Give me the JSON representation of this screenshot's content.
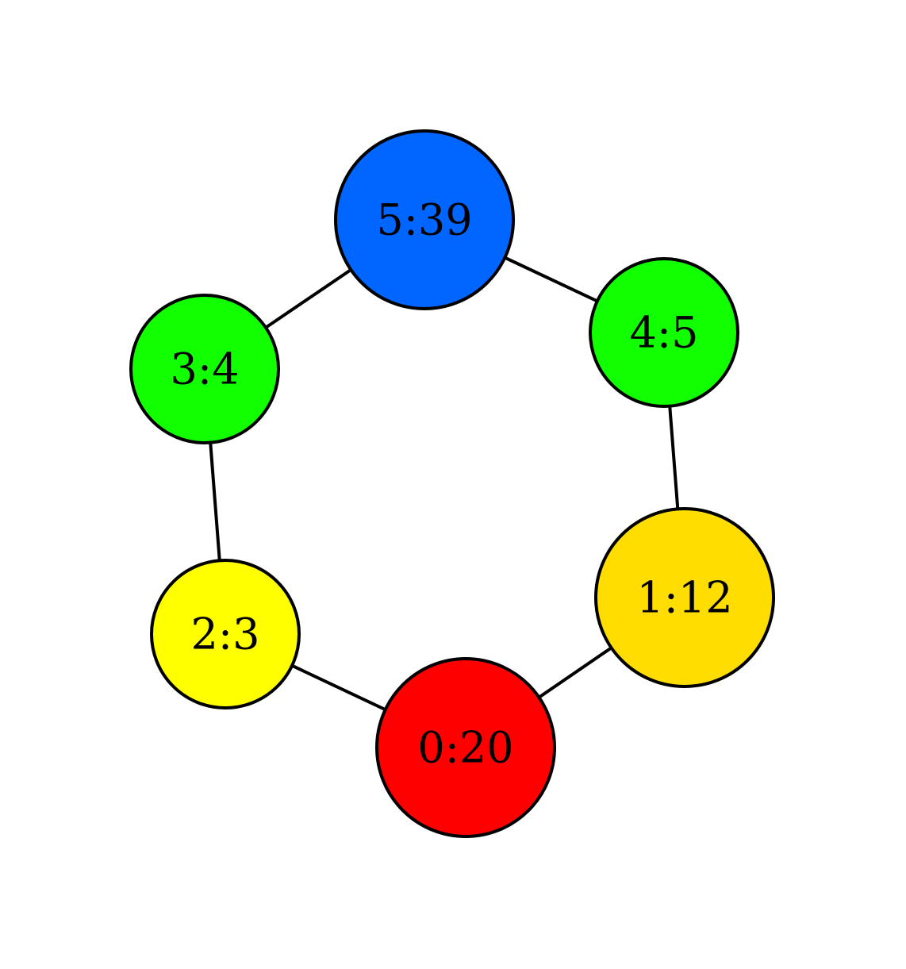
{
  "graph": {
    "nodes": [
      {
        "id": "n0",
        "label": "0:20",
        "fill": "#ff0000"
      },
      {
        "id": "n1",
        "label": "1:12",
        "fill": "#ffdd00"
      },
      {
        "id": "n2",
        "label": "2:3",
        "fill": "#ffff00"
      },
      {
        "id": "n3",
        "label": "3:4",
        "fill": "#11ff00"
      },
      {
        "id": "n4",
        "label": "4:5",
        "fill": "#11ff00"
      },
      {
        "id": "n5",
        "label": "5:39",
        "fill": "#0066ff"
      }
    ],
    "edges": [
      {
        "from": "n5",
        "to": "n4"
      },
      {
        "from": "n5",
        "to": "n3"
      },
      {
        "from": "n4",
        "to": "n1"
      },
      {
        "from": "n3",
        "to": "n2"
      },
      {
        "from": "n2",
        "to": "n0"
      },
      {
        "from": "n1",
        "to": "n0"
      }
    ]
  }
}
